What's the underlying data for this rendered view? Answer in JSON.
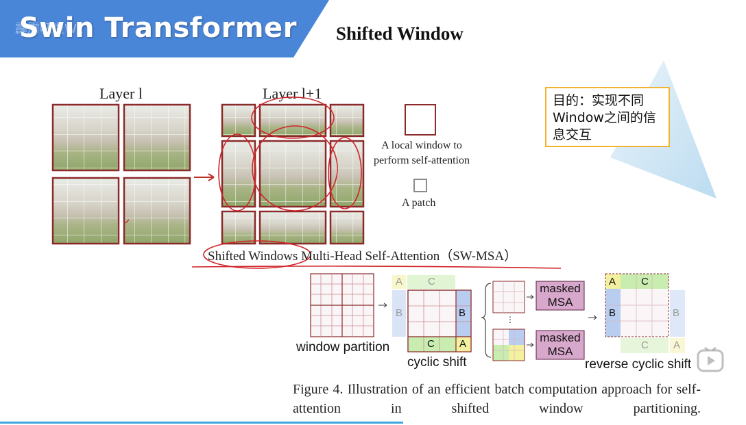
{
  "banner": {
    "title": "Swin Transformer",
    "watermark": "霹雳吧啦Wz",
    "color": "#4a86d8"
  },
  "slide_title": "Shifted Window",
  "figure": {
    "layer_l": "Layer l",
    "layer_l1": "Layer l+1",
    "local_window_label": "A local window to perform self-attention",
    "patch_label": "A patch",
    "swmsa_caption": "Shifted Windows Multi-Head Self-Attention（SW-MSA）",
    "window_partition": "window partition",
    "cyclic_shift": "cyclic shift",
    "reverse_cyclic_shift": "reverse cyclic shift",
    "masked_msa": [
      "masked",
      "MSA"
    ],
    "ellipsis": "⋮",
    "region_labels": {
      "a": "A",
      "b": "B",
      "c": "C"
    },
    "caption": "Figure 4. Illustration of an efficient batch computation approach for self-attention in shifted window partitioning.",
    "colors": {
      "grid_red": "#8b2a2a",
      "region_a": "#f3f0a0",
      "region_b": "#b9cdf0",
      "region_c": "#c9ecb0",
      "msa_fill": "#d8a8cc"
    }
  },
  "goal_note": {
    "text": "目的：实现不同Window之间的信息交互",
    "border_color": "#f2b233"
  },
  "annotation_color": "#d0242a",
  "player": {
    "icon": "play-icon"
  }
}
